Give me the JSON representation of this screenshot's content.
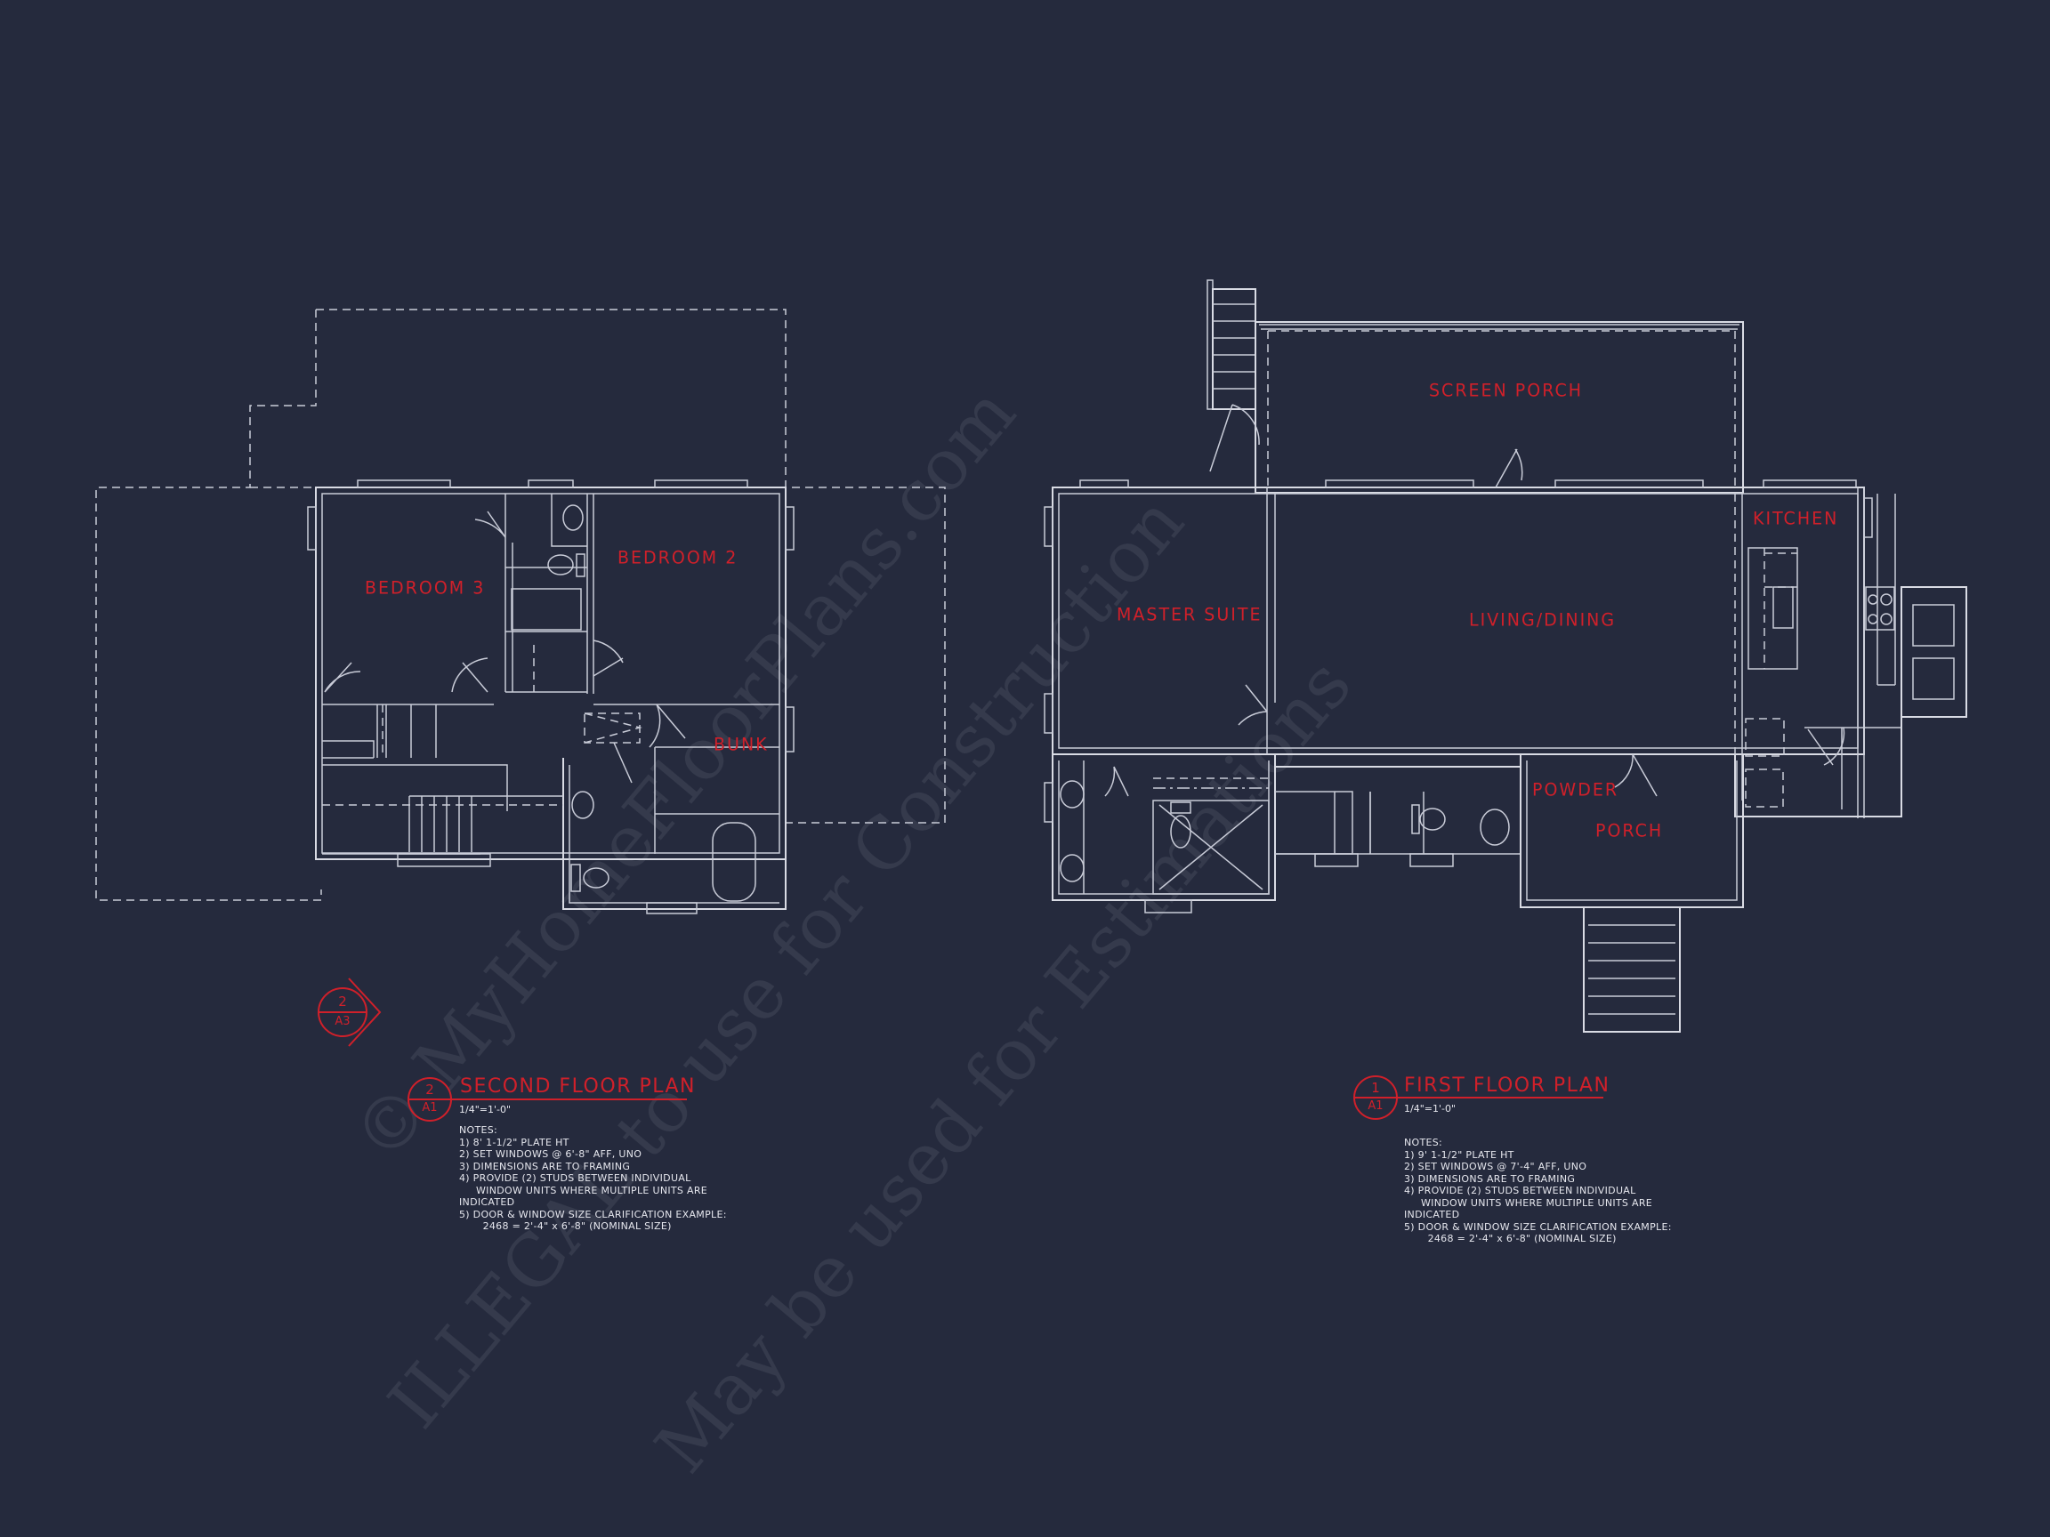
{
  "colors": {
    "background": "#252a3d",
    "linework": "#d9dbe4",
    "annotation": "#d0202a",
    "note_text": "#e6e7ee"
  },
  "watermark": {
    "line1": "© MyHomeFloorPlans.com",
    "line2": "ILLEGAL to use for Construction",
    "line3": "May be used for Estimations"
  },
  "second_floor": {
    "rooms": {
      "bedroom3": "BEDROOM 3",
      "bedroom2": "BEDROOM 2",
      "bunk": "BUNK"
    },
    "section_marker": {
      "number": "2",
      "sheet": "A3"
    },
    "title_bubble": {
      "number": "2",
      "sheet": "A1"
    },
    "title": "SECOND FLOOR PLAN",
    "scale": "1/4\"=1'-0\"",
    "notes": "NOTES:\n1) 8' 1-1/2\" PLATE HT\n2) SET WINDOWS @ 6'-8\" AFF, UNO\n3) DIMENSIONS ARE TO FRAMING\n4) PROVIDE (2) STUDS BETWEEN INDIVIDUAL\n     WINDOW UNITS WHERE MULTIPLE UNITS ARE\nINDICATED\n5) DOOR & WINDOW SIZE CLARIFICATION EXAMPLE:\n       2468 = 2'-4\" x 6'-8\" (NOMINAL SIZE)"
  },
  "first_floor": {
    "rooms": {
      "screen_porch": "SCREEN PORCH",
      "master_suite": "MASTER SUITE",
      "living_dining": "LIVING/DINING",
      "kitchen": "KITCHEN",
      "powder": "POWDER",
      "porch": "PORCH"
    },
    "title_bubble": {
      "number": "1",
      "sheet": "A1"
    },
    "title": "FIRST FLOOR PLAN",
    "scale": "1/4\"=1'-0\"",
    "notes": "NOTES:\n1) 9' 1-1/2\" PLATE HT\n2) SET WINDOWS @ 7'-4\" AFF, UNO\n3) DIMENSIONS ARE TO FRAMING\n4) PROVIDE (2) STUDS BETWEEN INDIVIDUAL\n     WINDOW UNITS WHERE MULTIPLE UNITS ARE\nINDICATED\n5) DOOR & WINDOW SIZE CLARIFICATION EXAMPLE:\n       2468 = 2'-4\" x 6'-8\" (NOMINAL SIZE)"
  }
}
